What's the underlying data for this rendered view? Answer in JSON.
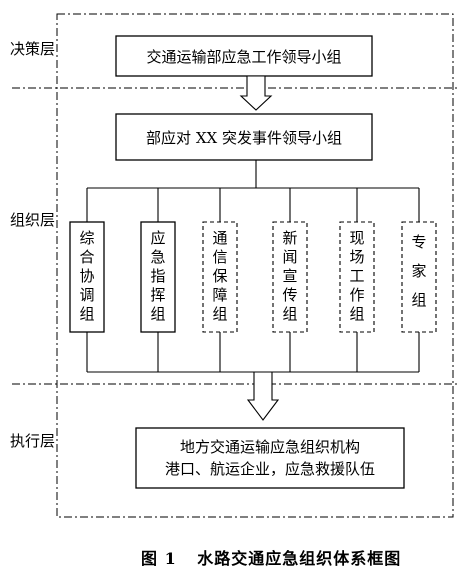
{
  "layers": {
    "decision": "决策层",
    "organization": "组织层",
    "execution": "执行层"
  },
  "boxes": {
    "leading_group": "交通运输部应急工作领导小组",
    "incident_group": "部应对 XX 突发事件领导小组",
    "execution_line1": "地方交通运输应急组织机构",
    "execution_line2": "港口、航运企业，应急救援队伍"
  },
  "sub_groups": [
    {
      "label": "综合协调组",
      "style": "solid"
    },
    {
      "label": "应急指挥组",
      "style": "solid"
    },
    {
      "label": "通信保障组",
      "style": "dashed"
    },
    {
      "label": "新闻宣传组",
      "style": "dashed"
    },
    {
      "label": "现场工作组",
      "style": "dashed"
    },
    {
      "label": "专家组",
      "style": "dashed"
    }
  ],
  "caption": {
    "figure_no": "图 1",
    "title": "水路交通应急组织体系框图"
  }
}
